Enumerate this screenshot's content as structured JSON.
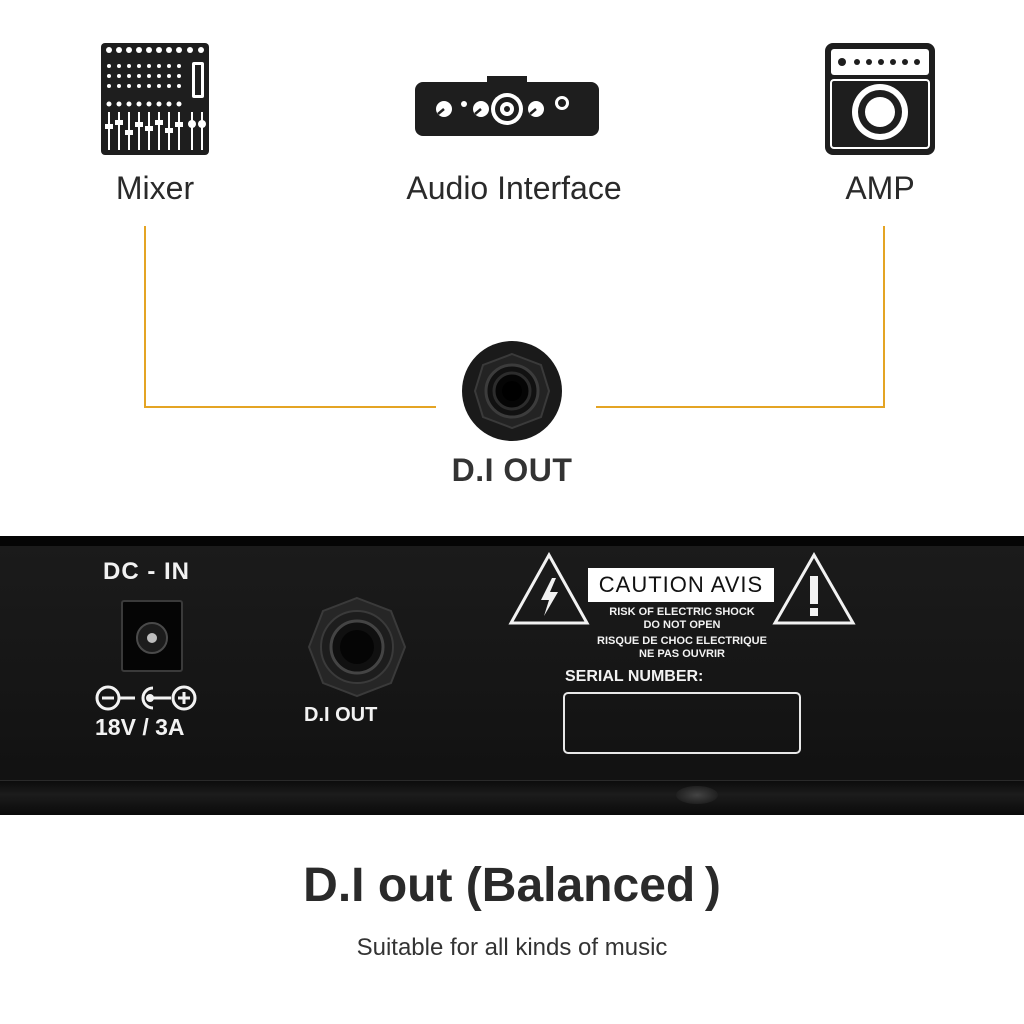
{
  "devices": {
    "mixer": {
      "label": "Mixer",
      "icon": "mixer-icon"
    },
    "audio_interface": {
      "label": "Audio Interface",
      "icon": "audio-interface-icon"
    },
    "amp": {
      "label": "AMP",
      "icon": "amp-icon"
    }
  },
  "connector": {
    "label": "D.I OUT",
    "icon": "quarter-inch-jack-icon"
  },
  "panel": {
    "dc_in": "DC - IN",
    "power_rating": "18V / 3A",
    "di_out": "D.I OUT",
    "caution": "CAUTION  AVIS",
    "warning_en_1": "RISK OF ELECTRIC SHOCK",
    "warning_en_2": "DO NOT OPEN",
    "warning_fr_1": "RISQUE DE CHOC ELECTRIQUE",
    "warning_fr_2": "NE PAS OUVRIR",
    "serial_label": "SERIAL NUMBER:"
  },
  "headline": "D.I out (Balanced )",
  "subline": "Suitable for all kinds of music",
  "colors": {
    "wire": "#e4a424",
    "panel": "#151515",
    "text": "#2a2a2a"
  }
}
